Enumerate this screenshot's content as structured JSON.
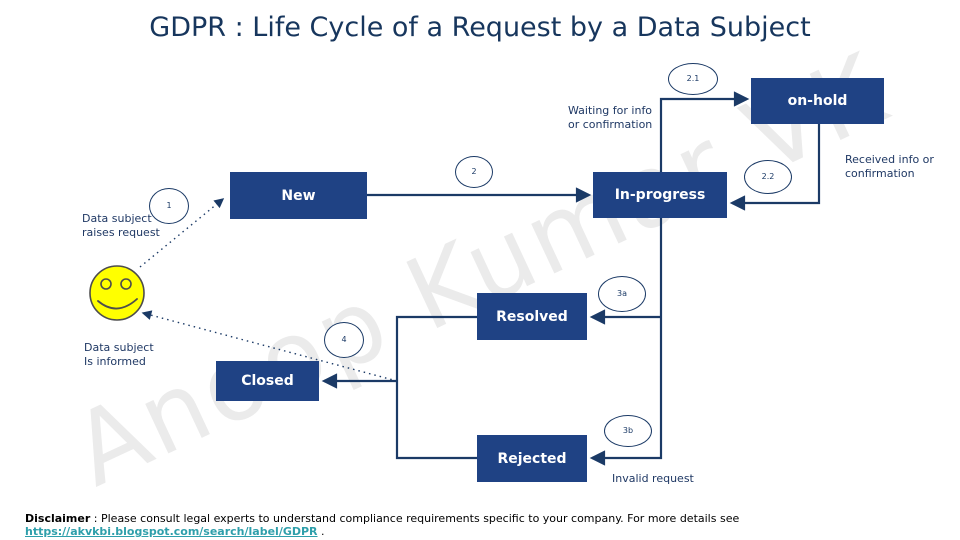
{
  "title": "GDPR : Life Cycle of a Request by a Data Subject",
  "watermark": "Anoop Kumar VK",
  "nodes": {
    "new": {
      "label": "New"
    },
    "in_progress": {
      "label": "In-progress"
    },
    "on_hold": {
      "label": "on-hold"
    },
    "resolved": {
      "label": "Resolved"
    },
    "closed": {
      "label": "Closed"
    },
    "rejected": {
      "label": "Rejected"
    }
  },
  "steps": {
    "s1": "1",
    "s2": "2",
    "s21": "2.1",
    "s22": "2.2",
    "s3a": "3a",
    "s3b": "3b",
    "s4": "4"
  },
  "annotations": {
    "raises_request": "Data subject\nraises request",
    "waiting_info": "Waiting for info\nor confirmation",
    "received_info": "Received info or\nconfirmation",
    "is_informed": "Data subject\nIs informed",
    "invalid_request": "Invalid request"
  },
  "footer": {
    "disclaimer_label": "Disclaimer",
    "disclaimer_text": " : Please consult legal experts to understand compliance requirements specific to your company. For more details see ",
    "link_text": "https://akvkbi.blogspot.com/search/label/GDPR",
    "suffix": " ."
  },
  "colors": {
    "node_fill": "#1F4284",
    "line": "#1B3A66",
    "label_text": "#1F3864",
    "link": "#2E9FAB",
    "smiley_fill": "#FFFF00",
    "watermark": "#EBEBEB"
  }
}
